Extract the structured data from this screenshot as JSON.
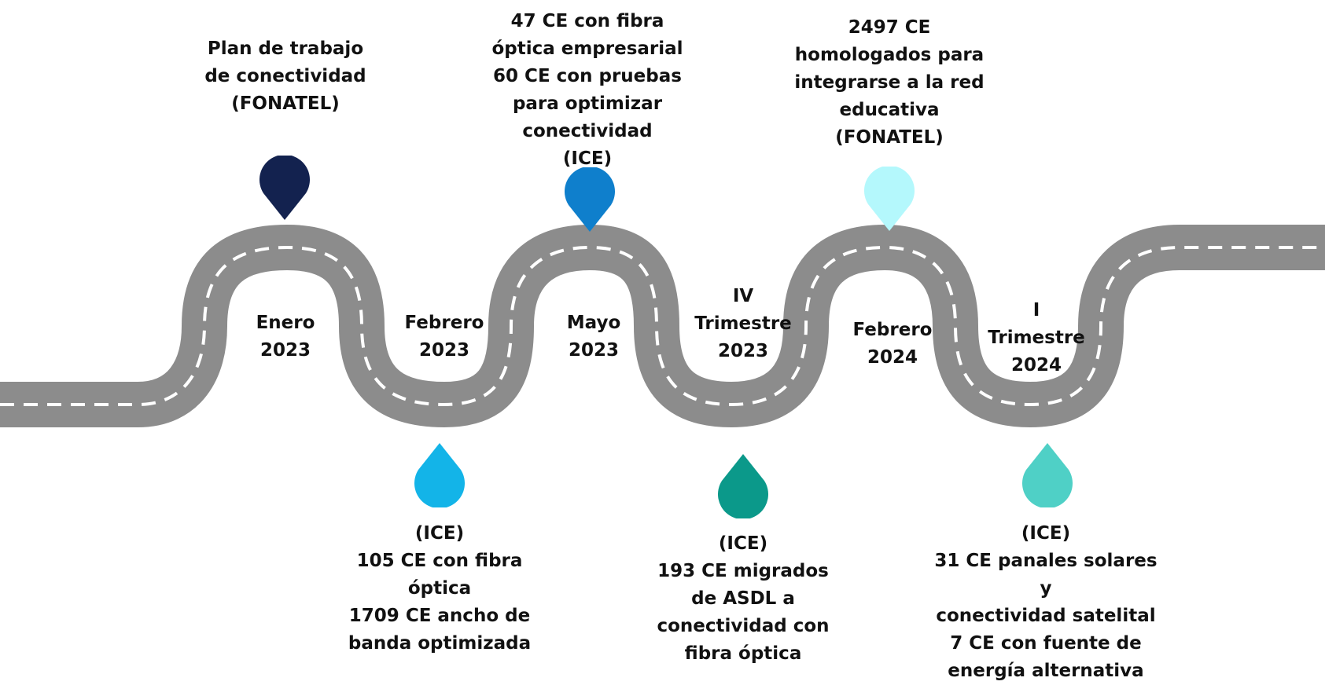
{
  "milestones": [
    {
      "date": "Enero\n2023",
      "text": "Plan de trabajo\nde conectividad\n(FONATEL)",
      "color": "#13224f"
    },
    {
      "date": "Febrero\n2023",
      "text": "(ICE)\n105 CE con fibra\nóptica\n1709 CE ancho de\nbanda optimizada",
      "color": "#13b4e8"
    },
    {
      "date": "Mayo\n2023",
      "text": "47 CE con fibra\nóptica empresarial\n60 CE con pruebas\npara optimizar\nconectividad\n(ICE)",
      "color": "#0f7fcc"
    },
    {
      "date": "IV\nTrimestre\n2023",
      "text": "(ICE)\n193 CE migrados\nde ASDL a\nconectividad con\nfibra óptica",
      "color": "#0b998a"
    },
    {
      "date": "Febrero\n2024",
      "text": "2497 CE\nhomologados para\nintegrarse a la red\neducativa\n(FONATEL)",
      "color": "#b4f8fc"
    },
    {
      "date": "I\nTrimestre\n2024",
      "text": "(ICE)\n31 CE panales solares y\nconectividad satelital\n7 CE con fuente de\nenergía alternativa",
      "color": "#4fd0c6"
    }
  ],
  "colors": {
    "road": "#8c8c8c",
    "lane_marking": "#ffffff"
  }
}
